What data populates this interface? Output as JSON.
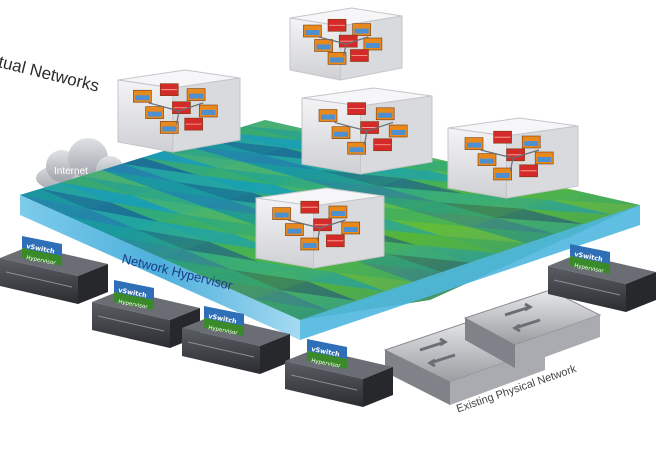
{
  "labels": {
    "virtual_networks": "irtual Networks",
    "internet": "Internet",
    "network_hypervisor": "Network Hypervisor",
    "existing_physical_network": "Existing Physical Network"
  },
  "server_labels": {
    "vswitch": "vSwitch",
    "hypervisor": "Hypervisor"
  },
  "colors": {
    "mesh_teal": "#1aa3a3",
    "mesh_green": "#5cb82e",
    "mesh_blue": "#2a6fb0",
    "mesh_navy": "#14305c",
    "vm_orange": "#e8891d",
    "vm_red": "#d42a2a",
    "server_dark": "#3a3d42",
    "vswitch_blue": "#2f6fb8",
    "hypervisor_green": "#3a8a2a"
  }
}
